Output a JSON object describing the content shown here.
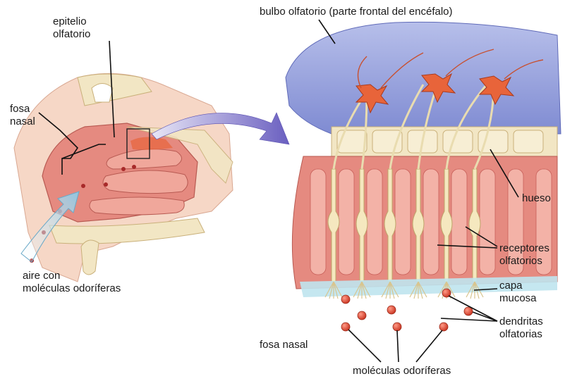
{
  "labels": {
    "epitelio": "epitelio\nolfatorio",
    "bulbo": "bulbo olfatorio (parte frontal del encéfalo)",
    "fosa_left": "fosa\nnasal",
    "hueso": "hueso",
    "receptores": "receptores\nolfatorios",
    "capa": "capa\nmucosa",
    "dendritas": "dendritas\nolfatorias",
    "aire": "aire con\nmoléculas odoríferas",
    "fosa_right": "fosa nasal",
    "moleculas": "moléculas odoríferas"
  },
  "colors": {
    "bulb": "#8c98d8",
    "bulb_light": "#b7bfea",
    "tissue": "#e58a80",
    "tissue_dark": "#c8605a",
    "tissue_light": "#f3b2a7",
    "bone": "#f2e6c4",
    "bone_dark": "#d9c48f",
    "neuron": "#e8643a",
    "receptor": "#f5e8bf",
    "mucus": "#bfe4ee",
    "molecule": "#d8402f",
    "arrow": "#7a6fc8",
    "air": "#b9dcec"
  }
}
